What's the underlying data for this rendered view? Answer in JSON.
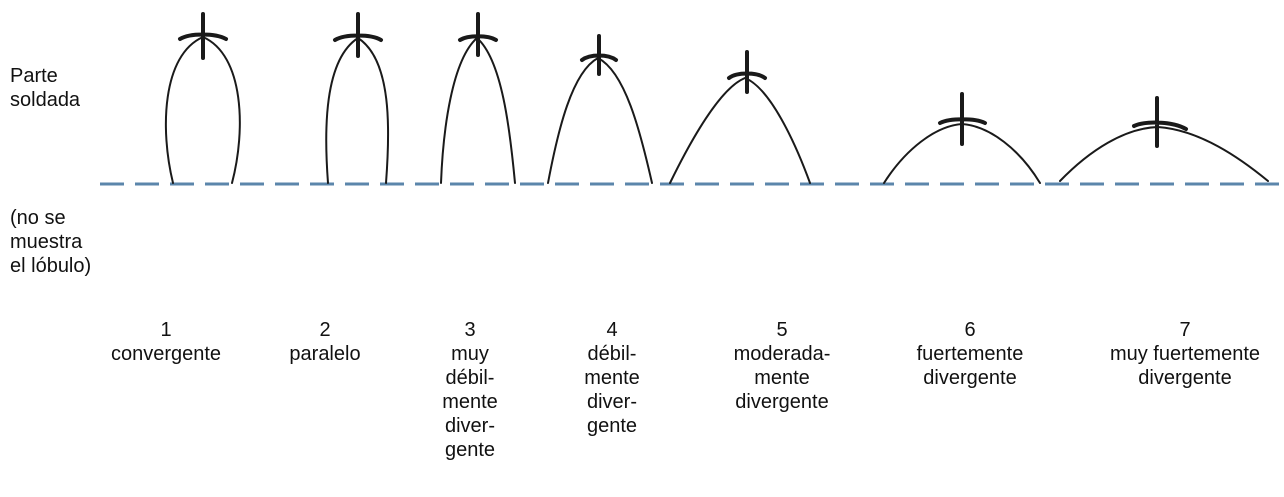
{
  "labels": {
    "top": "Parte\nsoldada",
    "bottom": "(no se\nmuestra\nel lóbulo)"
  },
  "baseline_color": "#5b86ab",
  "stroke_color": "#1a1a1a",
  "shapes": [
    {
      "number": "1",
      "description": "convergente"
    },
    {
      "number": "2",
      "description": "paralelo"
    },
    {
      "number": "3",
      "description": "muy\ndébil-\nmente\ndiver-\ngente"
    },
    {
      "number": "4",
      "description": "débil-\nmente\ndiver-\ngente"
    },
    {
      "number": "5",
      "description": "moderada-\nmente\ndivergente"
    },
    {
      "number": "6",
      "description": "fuertemente\ndivergente"
    },
    {
      "number": "7",
      "description": "muy fuertemente\ndivergente"
    }
  ]
}
